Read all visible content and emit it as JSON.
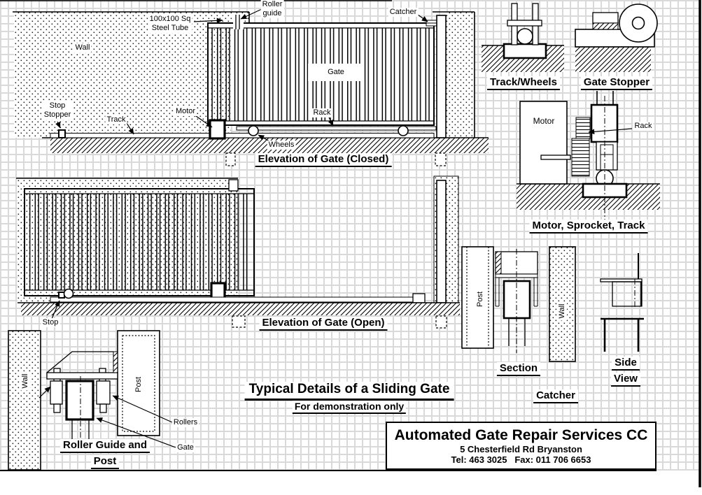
{
  "sheet": {
    "grid_color": "#d9d9d9",
    "line_color": "#000000",
    "paper_color": "#ffffff"
  },
  "closed": {
    "wall": "Wall",
    "tube1": "100x100 Sq",
    "tube2": "Steel Tube",
    "rg1": "Roller",
    "rg2": "guide",
    "catcher": "Catcher",
    "gate": "Gate",
    "stop1": "Stop",
    "stop2": "Stopper",
    "track": "Track",
    "motor": "Motor",
    "rack": "Rack",
    "wheels": "Wheels",
    "caption": "Elevation of Gate (Closed)"
  },
  "track_wheels": {
    "caption": "Track/Wheels"
  },
  "gate_stopper": {
    "caption": "Gate Stopper"
  },
  "mst": {
    "motor": "Motor",
    "rack": "Rack",
    "caption": "Motor, Sprocket, Track"
  },
  "open": {
    "stop": "Stop",
    "caption": "Elevation of Gate (Open)"
  },
  "section": {
    "post": "Post",
    "wall": "Wall",
    "caption": "Section"
  },
  "side_view": {
    "cap1": "Side",
    "cap2": "View"
  },
  "catcher_detail": {
    "caption": "Catcher"
  },
  "rg_detail": {
    "wall": "Wall",
    "post": "Post",
    "rollers": "Rollers",
    "gate": "Gate",
    "cap1": "Roller Guide and",
    "cap2": "Post"
  },
  "titles": {
    "main": "Typical Details of a Sliding Gate",
    "sub": "For demonstration only"
  },
  "title_block": {
    "company": "Automated Gate Repair Services CC",
    "address": "5 Chesterfield Rd Bryanston",
    "phone": "Tel: 463 3025   Fax: 011 706 6653"
  }
}
